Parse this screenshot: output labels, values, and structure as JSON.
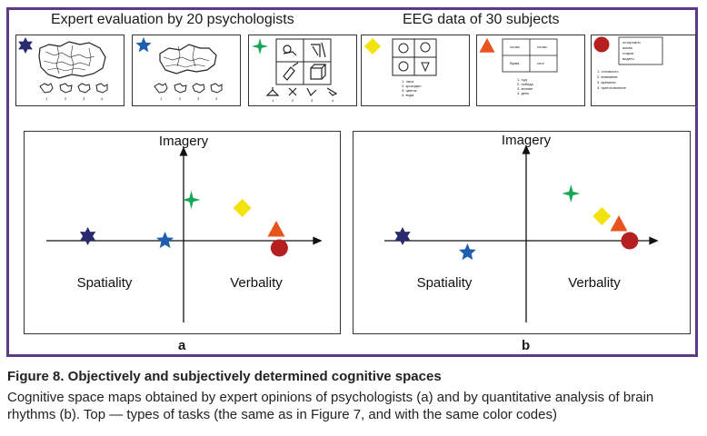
{
  "header": {
    "left_title": "Expert evaluation by 20 psychologists",
    "right_title": "EEG data of 30 subjects"
  },
  "tasks": [
    {
      "marker": "star6",
      "color": "#2a2a6e",
      "name": "task-1"
    },
    {
      "marker": "star5",
      "color": "#1f5fb0",
      "name": "task-2"
    },
    {
      "marker": "star4",
      "color": "#17a556",
      "name": "task-3"
    },
    {
      "marker": "diamond",
      "color": "#f2e20e",
      "name": "task-4"
    },
    {
      "marker": "triangle",
      "color": "#e8541c",
      "name": "task-5"
    },
    {
      "marker": "circle",
      "color": "#b51f1f",
      "name": "task-6"
    }
  ],
  "task_numbers": [
    "1",
    "2",
    "3",
    "4"
  ],
  "task3_items": [
    "1",
    "2",
    "3",
    "4"
  ],
  "task4_list": [
    "1. лиса",
    "2. крокодил",
    "3. цветок",
    "4. вода"
  ],
  "task5_cells": [
    "слово",
    "слово",
    "буква",
    "слог"
  ],
  "task5_list": [
    "1. суд",
    "2. победа",
    "3. знание",
    "4. день"
  ],
  "task6_box": [
    "осторожно",
    "жизнь",
    "старик",
    "видеть"
  ],
  "task6_list": [
    "1. стоимость",
    "2. внимание",
    "3. времена",
    "4. приготовление"
  ],
  "panels": [
    {
      "label": "a",
      "y_axis": "Imagery",
      "left_quadrant": "Spatiality",
      "right_quadrant": "Verbality",
      "points": [
        {
          "task": "task-1",
          "x": -0.62,
          "y": 0.05
        },
        {
          "task": "task-2",
          "x": -0.12,
          "y": 0.0
        },
        {
          "task": "task-3",
          "x": 0.05,
          "y": 0.45
        },
        {
          "task": "task-4",
          "x": 0.38,
          "y": 0.36
        },
        {
          "task": "task-5",
          "x": 0.6,
          "y": 0.12
        },
        {
          "task": "task-6",
          "x": 0.62,
          "y": -0.08
        }
      ]
    },
    {
      "label": "b",
      "y_axis": "Imagery",
      "left_quadrant": "Spatiality",
      "right_quadrant": "Verbality",
      "points": [
        {
          "task": "task-1",
          "x": -0.8,
          "y": 0.05
        },
        {
          "task": "task-2",
          "x": -0.38,
          "y": -0.13
        },
        {
          "task": "task-3",
          "x": 0.29,
          "y": 0.52
        },
        {
          "task": "task-4",
          "x": 0.49,
          "y": 0.27
        },
        {
          "task": "task-5",
          "x": 0.6,
          "y": 0.18
        },
        {
          "task": "task-6",
          "x": 0.67,
          "y": 0.0
        }
      ]
    }
  ],
  "caption": {
    "title": "Figure 8. Objectively and subjectively determined cognitive spaces",
    "body": "Cognitive space maps obtained by expert opinions of psychologists (a) and by quantitative analysis of brain rhythms (b). Top — types of tasks (the same as in Figure 7, and with the same color codes)"
  }
}
